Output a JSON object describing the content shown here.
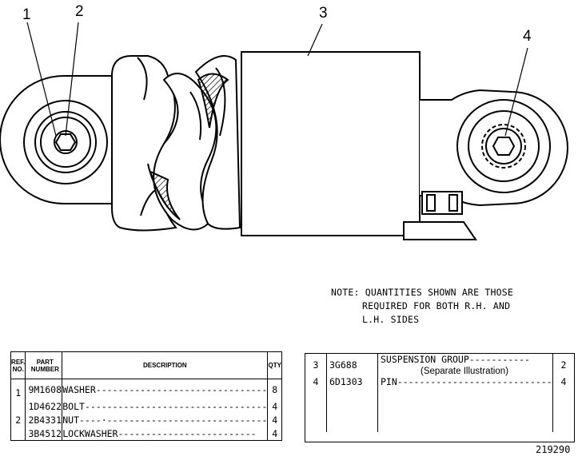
{
  "callouts": [
    "1",
    "2",
    "3",
    "4"
  ],
  "note": {
    "line1": "NOTE: QUANTITIES SHOWN ARE THOSE",
    "line2": "REQUIRED FOR BOTH R.H. AND",
    "line3": "L.H. SIDES"
  },
  "left_table": {
    "headers": {
      "ref": "REF. NO.",
      "part": "PART NUMBER",
      "desc": "DESCRIPTION",
      "qty": "QTY"
    },
    "rows": [
      {
        "ref": "1",
        "part": "9M1608",
        "desc": "WASHER-------------------------------",
        "qty": "8"
      },
      {
        "ref": "",
        "part": "1D4622",
        "desc": "BOLT---------------------------------",
        "qty": "4"
      },
      {
        "ref": "2",
        "part": "2B4331",
        "desc": "NUT----·-----------------------------",
        "qty": "4"
      },
      {
        "ref": "",
        "part": "3B4512",
        "desc": "LOCKWASHER-------------------------",
        "qty": "4"
      }
    ]
  },
  "right_table": {
    "rows": [
      {
        "ref": "3",
        "part": "3G688",
        "desc": "SUSPENSION GROUP-----------",
        "desc2": "(Separate Illustration)",
        "qty": "2"
      },
      {
        "ref": "4",
        "part": "6D1303",
        "desc": "PIN----------------------------",
        "desc2": "",
        "qty": "4"
      }
    ]
  },
  "figure_number": "219290"
}
